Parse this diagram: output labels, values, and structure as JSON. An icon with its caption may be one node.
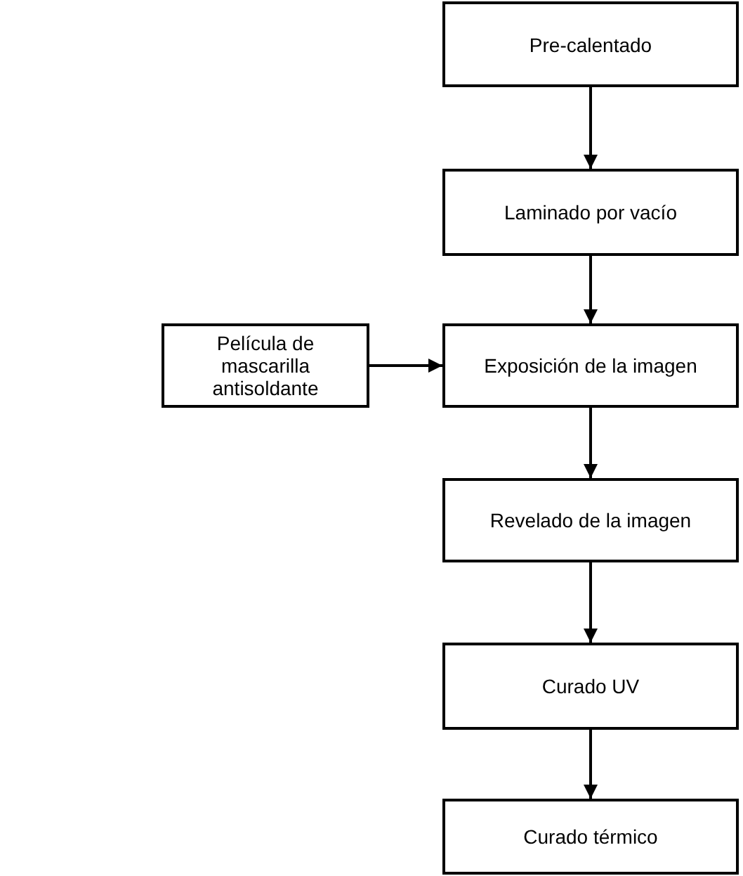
{
  "diagram": {
    "nodes": [
      {
        "text": [
          "Pre-calentado"
        ]
      },
      {
        "text": [
          "Laminado por vacío"
        ]
      },
      {
        "text": [
          "Exposición de la imagen"
        ]
      },
      {
        "text": [
          "Revelado de la imagen"
        ]
      },
      {
        "text": [
          "Curado UV"
        ]
      },
      {
        "text": [
          "Curado térmico"
        ]
      },
      {
        "text": [
          "Película de mascarilla antisoldante"
        ]
      }
    ],
    "edges": [
      {
        "from": 0,
        "to": 1,
        "arrow": "to"
      },
      {
        "from": 1,
        "to": 2,
        "arrow": "to"
      },
      {
        "from": 2,
        "to": 3,
        "arrow": "to"
      },
      {
        "from": 3,
        "to": 4,
        "arrow": "to"
      },
      {
        "from": 4,
        "to": 5,
        "arrow": "to"
      },
      {
        "from": 6,
        "to": 2,
        "arrow": "to"
      }
    ]
  }
}
